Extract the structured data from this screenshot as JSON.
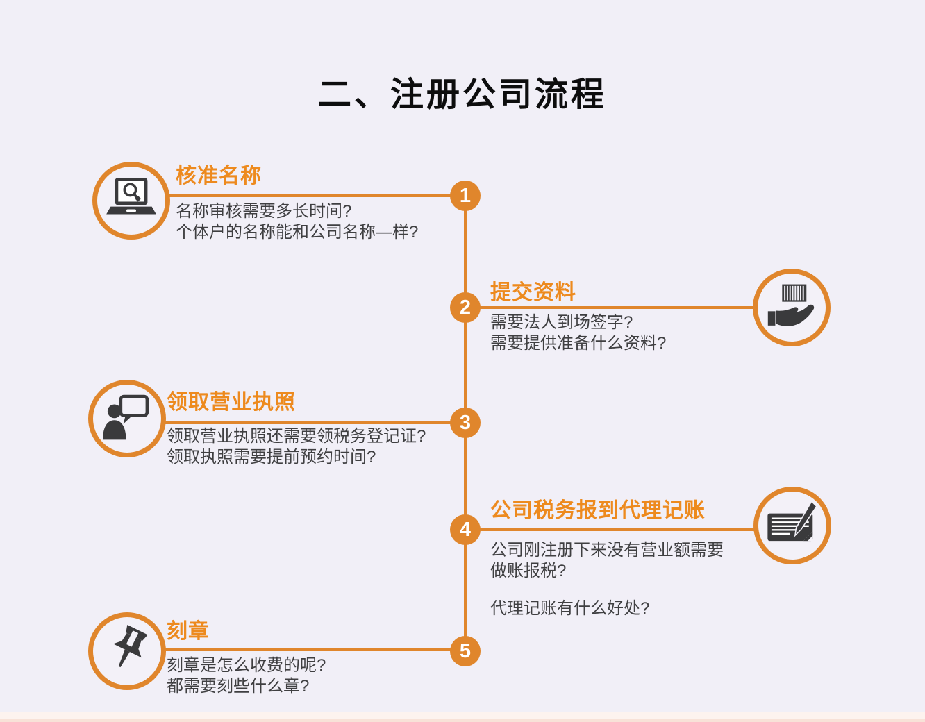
{
  "title": "二、注册公司流程",
  "colors": {
    "background": "#F1EFF7",
    "accent_orange": "#E0862C",
    "heading_orange": "#ED8A1E",
    "icon_gray": "#3A3A3C",
    "body_text_gray": "#3F3F41",
    "number_text": "#FFFFFF",
    "title_black": "#0D0D0E",
    "bottom_strip": "#FDF3EF"
  },
  "steps": [
    {
      "number": "1",
      "title": "核准名称",
      "side": "left",
      "icon": "laptop-search-icon",
      "questions": [
        "名称审核需要多长时间?",
        "个体户的名称能和公司名称—样?"
      ]
    },
    {
      "number": "2",
      "title": "提交资料",
      "side": "right",
      "icon": "barcode-hand-icon",
      "questions": [
        "需要法人到场签字?",
        "需要提供准备什么资料?"
      ]
    },
    {
      "number": "3",
      "title": "领取营业执照",
      "side": "left",
      "icon": "person-speech-icon",
      "questions": [
        "领取营业执照还需要领税务登记证?",
        "领取执照需要提前预约时间?"
      ]
    },
    {
      "number": "4",
      "title": "公司税务报到代理记账",
      "side": "right",
      "icon": "document-pen-icon",
      "questions": [
        "公司刚注册下来没有营业额需要",
        "做账报税?",
        "代理记账有什么好处?"
      ]
    },
    {
      "number": "5",
      "title": "刻章",
      "side": "left",
      "icon": "pushpin-icon",
      "questions": [
        "刻章是怎么收费的呢?",
        "都需要刻些什么章?"
      ]
    }
  ]
}
